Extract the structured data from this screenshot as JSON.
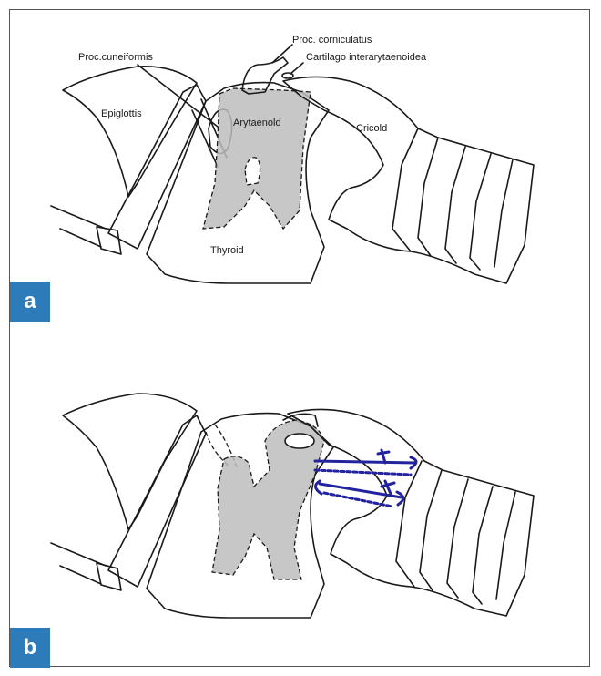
{
  "panels": {
    "a": {
      "badge": "a",
      "labels": {
        "proc_corniculatus": "Proc. corniculatus",
        "proc_cuneiformis": "Proc.cuneiformis",
        "cartilago_interarytaenoidea": "Cartilago interarytaenoidea",
        "epiglottis": "Epiglottis",
        "arytaenoid": "Arytaenold",
        "cricoid": "Cricold",
        "thyroid": "Thyroid"
      }
    },
    "b": {
      "badge": "b"
    }
  },
  "colors": {
    "badge_bg": "#2d7bb8",
    "shade": "#bdbdbd",
    "suture": "#2323a0",
    "frame": "#555555"
  }
}
